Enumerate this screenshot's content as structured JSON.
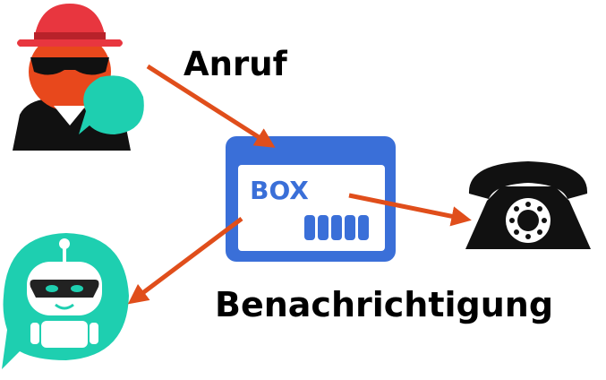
{
  "labels": {
    "call": "Anruf",
    "notification": "Benachrichtigung",
    "box": "BOX"
  },
  "icons": {
    "caller": "hacker-icon",
    "device": "router-box-icon",
    "phone": "telephone-icon",
    "bot": "chatbot-icon"
  },
  "colors": {
    "arrow": "#e04e1b",
    "box": "#3a6fd8",
    "hat": "#e8363f",
    "face": "#e8481c",
    "bubble": "#1ecfb0",
    "dark": "#111111"
  }
}
